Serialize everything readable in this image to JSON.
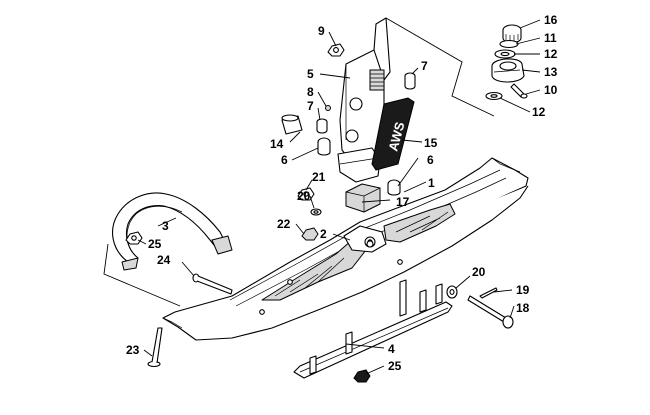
{
  "diagram": {
    "callouts": {
      "c1": "1",
      "c2": "2",
      "c3": "3",
      "c4": "4",
      "c5": "5",
      "c6a": "6",
      "c6b": "6",
      "c7a": "7",
      "c7b": "7",
      "c8": "8",
      "c9": "9",
      "c10": "10",
      "c11": "11",
      "c12a": "12",
      "c12b": "12",
      "c13": "13",
      "c14": "14",
      "c15": "15",
      "c16": "16",
      "c17": "17",
      "c18": "18",
      "c19": "19",
      "c20a": "20",
      "c20b": "20",
      "c21": "21",
      "c22": "22",
      "c23": "23",
      "c24": "24",
      "c25a": "25",
      "c25b": "25"
    },
    "decal_text": "AWS"
  }
}
